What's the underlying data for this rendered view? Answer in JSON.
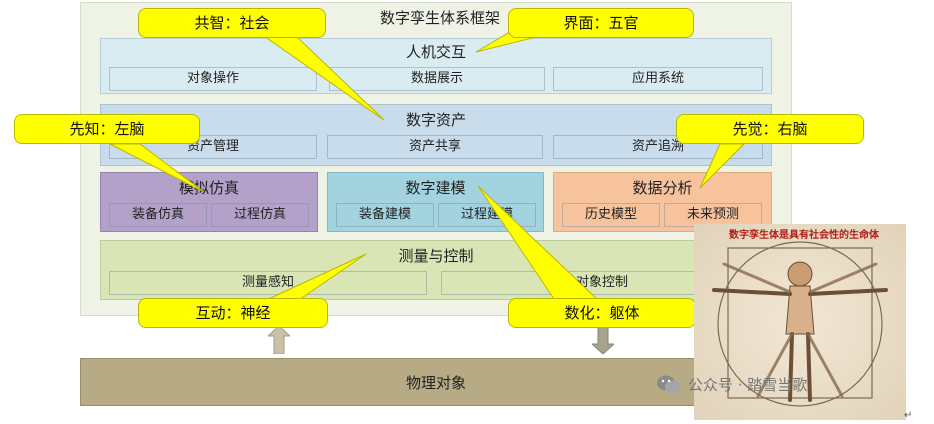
{
  "framework": {
    "title": "数字孪生体系框架"
  },
  "hci": {
    "title": "人机交互",
    "items": [
      "对象操作",
      "数据展示",
      "应用系统"
    ]
  },
  "asset": {
    "title": "数字资产",
    "items": [
      "资产管理",
      "资产共享",
      "资产追溯"
    ]
  },
  "sim": {
    "title": "模拟仿真",
    "items": [
      "装备仿真",
      "过程仿真"
    ]
  },
  "model": {
    "title": "数字建模",
    "items": [
      "装备建模",
      "过程建模"
    ]
  },
  "analysis": {
    "title": "数据分析",
    "items": [
      "历史模型",
      "未来预测"
    ]
  },
  "measure": {
    "title": "测量与控制",
    "items": [
      "测量感知",
      "对象控制"
    ]
  },
  "physical": {
    "label": "物理对象"
  },
  "callouts": {
    "social": "共智：社会",
    "senses": "界面：五官",
    "left_brain": "先知：左脑",
    "right_brain": "先觉：右脑",
    "nerves": "互动：神经",
    "body": "数化：躯体"
  },
  "image": {
    "caption": "数字孪生体是具有社会性的生命体",
    "icon": "vitruvian-man-sketch"
  },
  "watermark": {
    "text": "公众号 · 踏雪当歌",
    "icon": "wechat-icon"
  },
  "colors": {
    "callout": "#ffff00",
    "hci": "#d9ecf1",
    "asset": "#c8dcec",
    "sim": "#b3a1ca",
    "model": "#a3d3df",
    "analysis": "#f7c39d",
    "measure": "#d9e5b5",
    "physical": "#b6ab85",
    "frame": "#eef3e6"
  }
}
